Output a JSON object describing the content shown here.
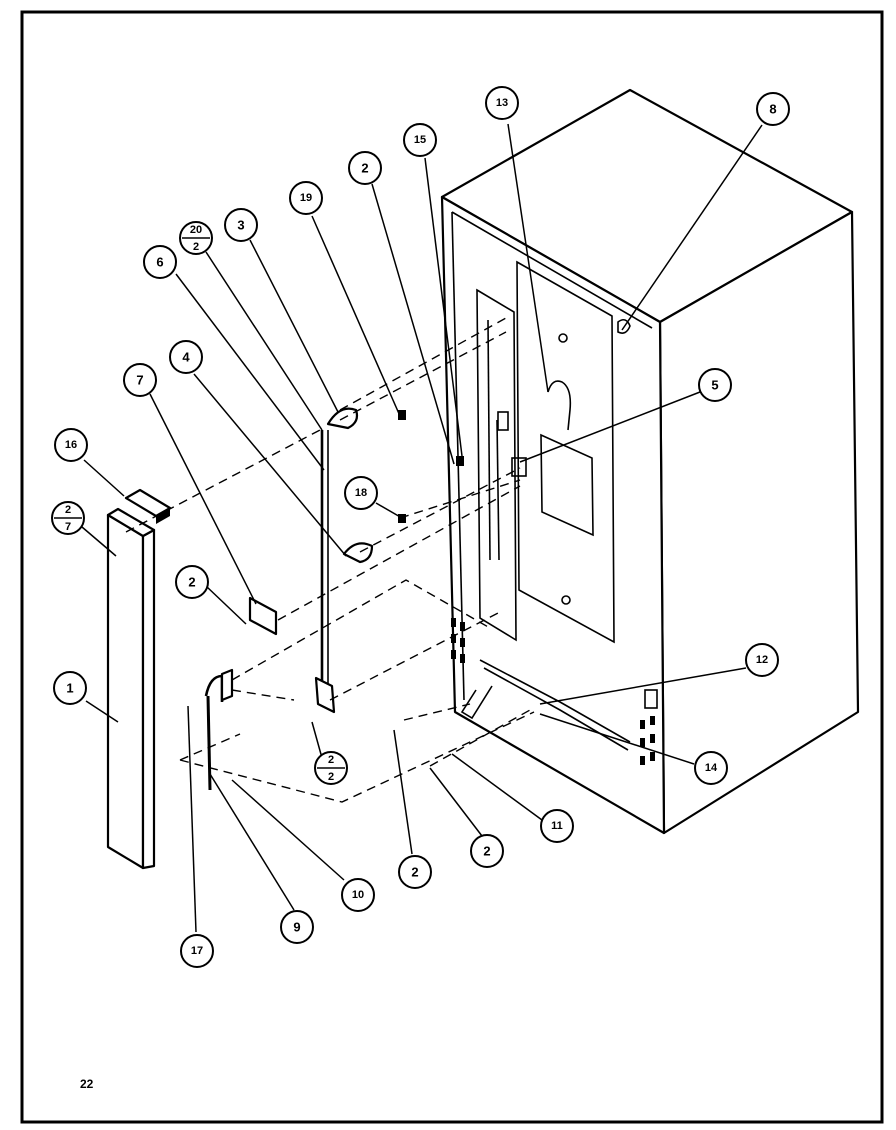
{
  "page_number": "22",
  "callouts": [
    {
      "id": "c1",
      "label": "1"
    },
    {
      "id": "c2a",
      "label": "2"
    },
    {
      "id": "c2b",
      "label": "2"
    },
    {
      "id": "c2c",
      "label": "2"
    },
    {
      "id": "c2d",
      "label": "2"
    },
    {
      "id": "c3",
      "label": "3"
    },
    {
      "id": "c4",
      "label": "4"
    },
    {
      "id": "c5",
      "label": "5"
    },
    {
      "id": "c6",
      "label": "6"
    },
    {
      "id": "c7",
      "label": "7"
    },
    {
      "id": "c8",
      "label": "8"
    },
    {
      "id": "c9",
      "label": "9"
    },
    {
      "id": "c10",
      "label": "10"
    },
    {
      "id": "c11",
      "label": "11"
    },
    {
      "id": "c12",
      "label": "12"
    },
    {
      "id": "c13",
      "label": "13"
    },
    {
      "id": "c14",
      "label": "14"
    },
    {
      "id": "c15",
      "label": "15"
    },
    {
      "id": "c16",
      "label": "16"
    },
    {
      "id": "c17",
      "label": "17"
    },
    {
      "id": "c18",
      "label": "18"
    },
    {
      "id": "c19",
      "label": "19"
    }
  ],
  "fraction_callouts": [
    {
      "id": "f27",
      "top": "2",
      "bottom": "7"
    },
    {
      "id": "f202",
      "top": "20",
      "bottom": "2"
    },
    {
      "id": "f22",
      "top": "2",
      "bottom": "2"
    }
  ]
}
